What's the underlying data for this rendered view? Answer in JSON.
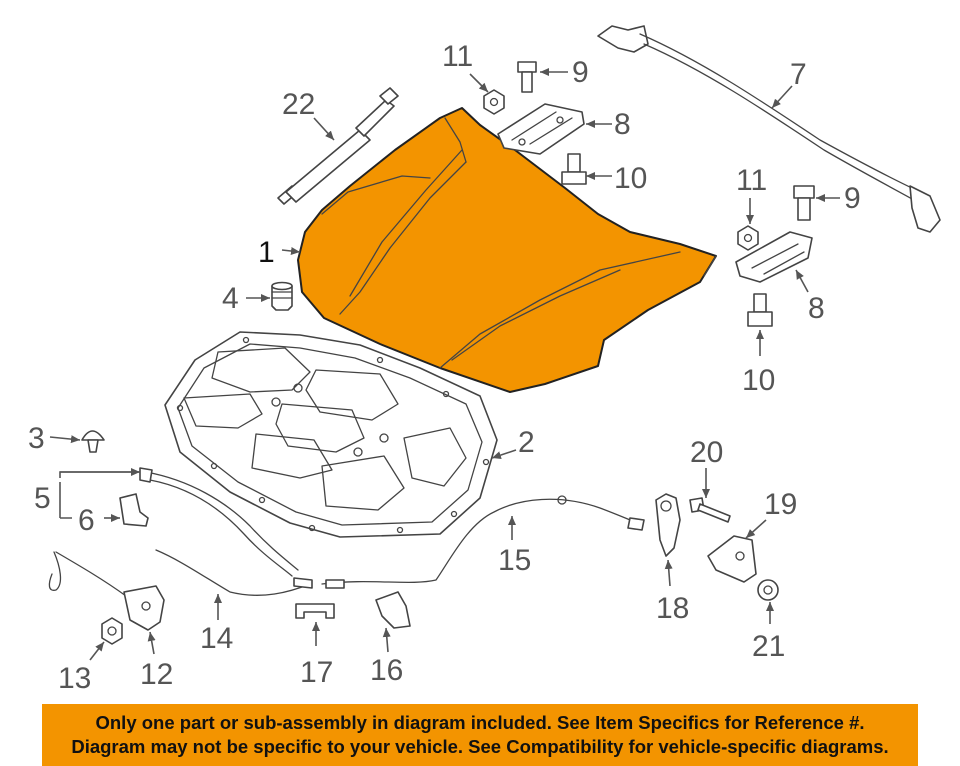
{
  "diagram": {
    "highlight_color": "#f39400",
    "callouts": [
      "1",
      "2",
      "3",
      "4",
      "5",
      "6",
      "7",
      "8",
      "8",
      "9",
      "9",
      "10",
      "10",
      "11",
      "11",
      "12",
      "13",
      "14",
      "15",
      "16",
      "17",
      "18",
      "19",
      "20",
      "21",
      "22"
    ]
  },
  "notice": {
    "line1": "Only one part or sub-assembly in diagram included. See Item Specifics for Reference #.",
    "line2": "Diagram may not be specific to your vehicle. See Compatibility for vehicle-specific diagrams."
  }
}
